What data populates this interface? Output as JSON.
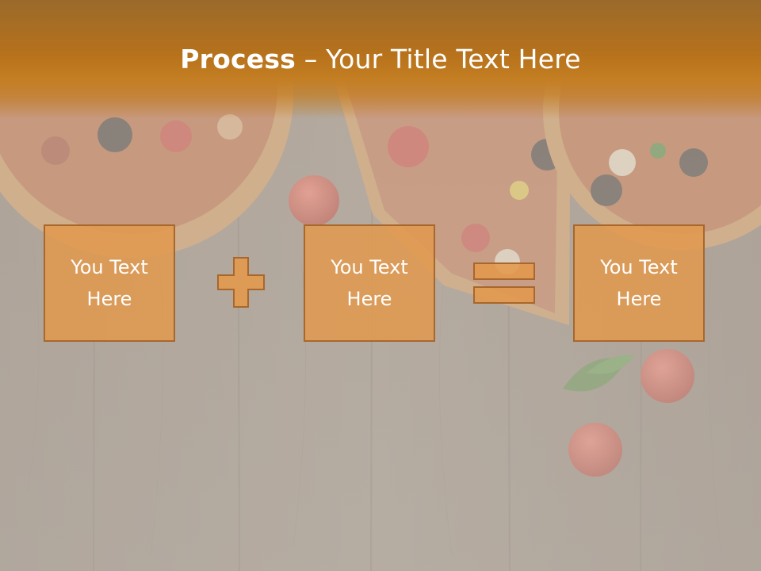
{
  "slide": {
    "title_bold": "Process",
    "title_rest": " – Your Title Text Here",
    "boxes": [
      {
        "text": "You Text Here"
      },
      {
        "text": "You Text Here"
      },
      {
        "text": "You Text Here"
      }
    ],
    "operators": [
      {
        "symbol": "plus-icon"
      },
      {
        "symbol": "equals-icon"
      }
    ],
    "colors": {
      "header": "#b7721b",
      "box_fill": "#e2984c",
      "box_border": "#a8672c",
      "text": "#ffffff"
    }
  }
}
